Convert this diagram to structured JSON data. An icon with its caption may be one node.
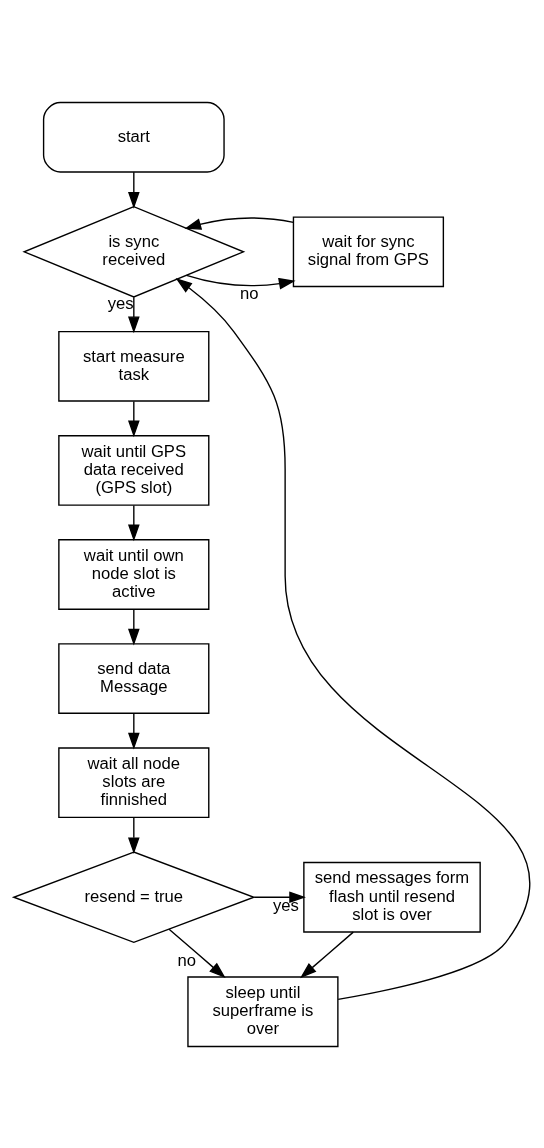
{
  "diagram": {
    "nodes": [
      {
        "text": [
          "start"
        ]
      },
      {
        "text": [
          "is sync received"
        ]
      },
      {
        "text": [
          "wait for sync signal from GPS"
        ]
      },
      {
        "text": [
          "start measure task"
        ]
      },
      {
        "text": [
          "wait until GPS data received (GPS slot)"
        ]
      },
      {
        "text": [
          "wait until own node slot is active"
        ]
      },
      {
        "text": [
          "send data Message"
        ]
      },
      {
        "text": [
          "wait all node slots are finnished"
        ]
      },
      {
        "text": [
          "resend = true"
        ]
      },
      {
        "text": [
          "send messages form flash until resend slot is over"
        ]
      },
      {
        "text": [
          "sleep until superframe is over"
        ]
      }
    ],
    "edges": [
      {
        "from": 0,
        "to": 1,
        "arrow": "to"
      },
      {
        "from": 1,
        "to": 2,
        "arrow": "to",
        "label": "no"
      },
      {
        "from": 2,
        "to": 1,
        "arrow": "to"
      },
      {
        "from": 1,
        "to": 3,
        "arrow": "to",
        "label": "yes"
      },
      {
        "from": 3,
        "to": 4,
        "arrow": "to"
      },
      {
        "from": 4,
        "to": 5,
        "arrow": "to"
      },
      {
        "from": 5,
        "to": 6,
        "arrow": "to"
      },
      {
        "from": 6,
        "to": 7,
        "arrow": "to"
      },
      {
        "from": 7,
        "to": 8,
        "arrow": "to"
      },
      {
        "from": 8,
        "to": 9,
        "arrow": "to",
        "label": "yes"
      },
      {
        "from": 8,
        "to": 10,
        "arrow": "to",
        "label": "no"
      },
      {
        "from": 9,
        "to": 10,
        "arrow": "to"
      },
      {
        "from": 10,
        "to": 1,
        "arrow": "to"
      }
    ]
  }
}
